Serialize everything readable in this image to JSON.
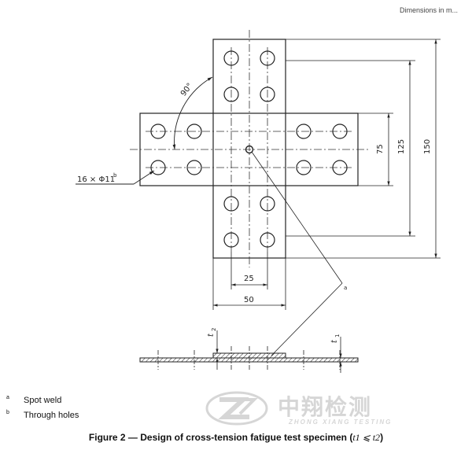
{
  "header": {
    "units_text": "Dimensions in m..."
  },
  "dimensions": {
    "angle": "90°",
    "holes": "16 × Φ11",
    "holes_sup": "b",
    "d75": "75",
    "d125": "125",
    "d150": "150",
    "d25": "25",
    "d50": "50",
    "weld_marker": "a",
    "t1": "t",
    "t1_sub": "1",
    "t2": "t",
    "t2_sub": "2"
  },
  "notes": [
    {
      "key": "a",
      "text": "Spot weld"
    },
    {
      "key": "b",
      "text": "Through holes"
    }
  ],
  "caption": {
    "prefix": "Figure 2 — Design of cross-tension fatigue test specimen (",
    "math": "t1 ⩽ t2",
    "suffix": ")"
  },
  "watermark": {
    "cn": "中翔检测",
    "en": "ZHONG XIANG TESTING"
  }
}
